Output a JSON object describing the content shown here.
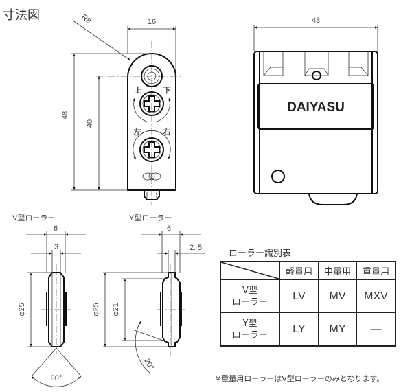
{
  "title": "寸法図",
  "front_view": {
    "width_dim": "16",
    "radius_dim": "R8",
    "height_dim": "48",
    "pitch_dim": "40",
    "marks": {
      "up": "上",
      "down": "下",
      "left": "左",
      "right": "右"
    }
  },
  "side_view": {
    "width_dim": "43",
    "brand": "DAIYASU"
  },
  "v_roller": {
    "label": "V型ローラー",
    "width_dim": "6",
    "inner_dim": "3",
    "diameter_dim": "φ25",
    "angle_dim": "90°"
  },
  "y_roller": {
    "label": "Y型ローラー",
    "width_dim": "6",
    "inner_dim": "2. 5",
    "diameter_dim": "φ25",
    "inner_diameter_dim": "φ21",
    "angle_dim": "20°"
  },
  "table": {
    "title": "ローラー識別表",
    "headers": [
      "軽量用",
      "中量用",
      "重量用"
    ],
    "rows": [
      {
        "label_line1": "V型",
        "label_line2": "ローラー",
        "cells": [
          "LV",
          "MV",
          "MXV"
        ]
      },
      {
        "label_line1": "Y型",
        "label_line2": "ローラー",
        "cells": [
          "LY",
          "MY",
          "—"
        ]
      }
    ]
  },
  "note": "※重量用ローラーはV型ローラーのみとなります。"
}
